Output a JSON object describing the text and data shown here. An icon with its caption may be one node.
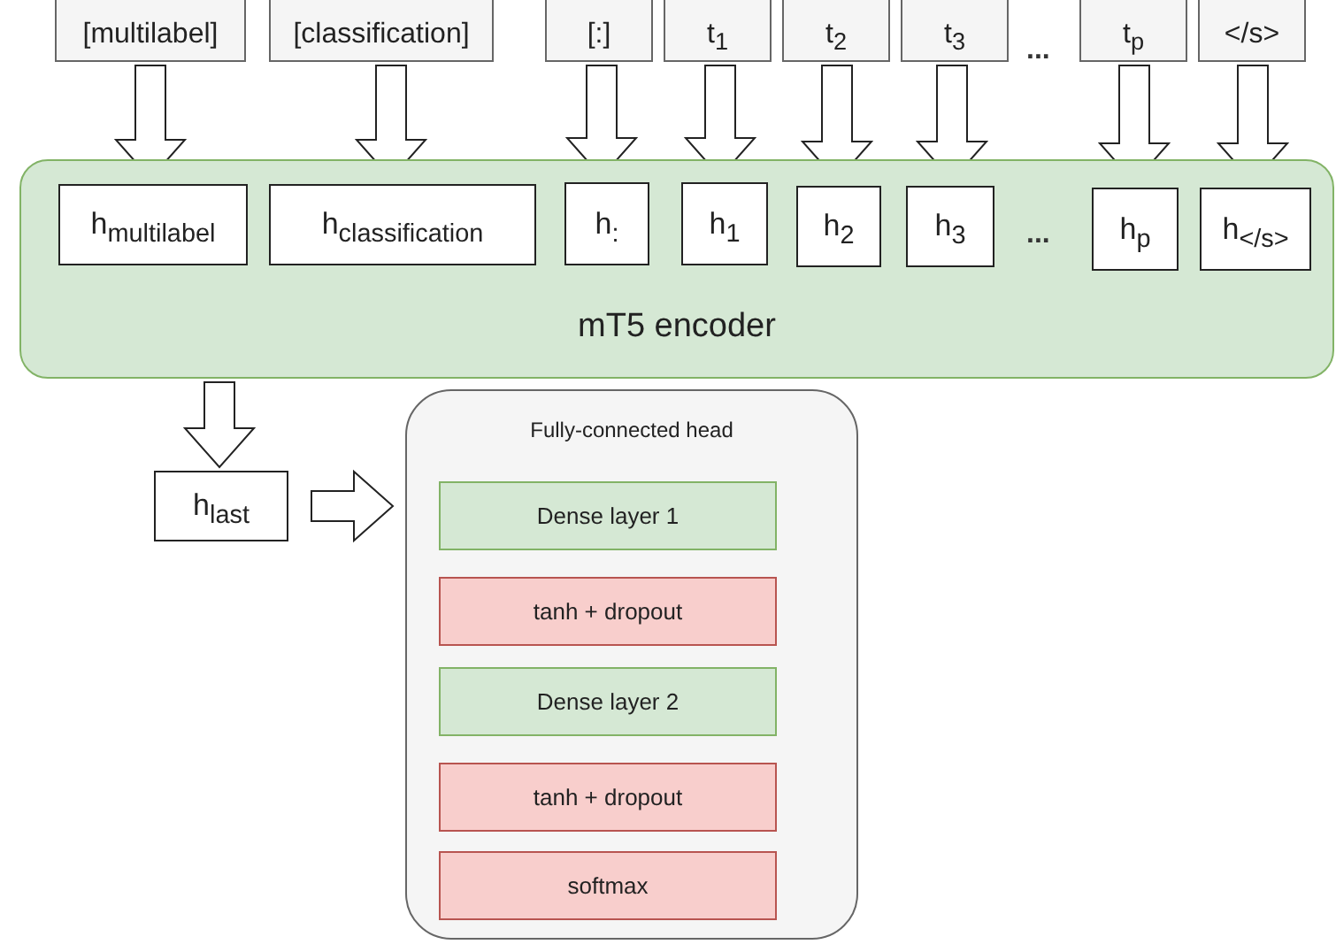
{
  "diagram": {
    "nodes": [
      {
        "text": [
          "[multilabel]"
        ]
      },
      {
        "text": [
          "[classification]"
        ]
      },
      {
        "text": [
          "[:]"
        ]
      },
      {
        "text": [
          "t$_{1}$"
        ]
      },
      {
        "text": [
          "t$_{2}$"
        ]
      },
      {
        "text": [
          "t$_{3}$"
        ]
      },
      {
        "text": [
          "t$_{p}$"
        ]
      },
      {
        "text": [
          "</s>"
        ]
      },
      {
        "text": [
          "mT5 encoder"
        ]
      },
      {
        "text": [
          "h$_{multilabel}$"
        ],
        "in": 8
      },
      {
        "text": [
          "h$_{classification}$"
        ],
        "in": 8
      },
      {
        "text": [
          "h$_{:}$"
        ],
        "in": 8
      },
      {
        "text": [
          "h$_{1}$"
        ],
        "in": 8
      },
      {
        "text": [
          "h$_{2}$"
        ],
        "in": 8
      },
      {
        "text": [
          "h$_{3}$"
        ],
        "in": 8
      },
      {
        "text": [
          "h$_{p}$"
        ],
        "in": 8
      },
      {
        "text": [
          "h$_{</s>}$"
        ],
        "in": 8
      },
      {
        "text": [
          "h$_{last}$"
        ]
      },
      {
        "text": [
          "Fully-connected head"
        ]
      },
      {
        "text": [
          "Dense layer 1"
        ],
        "in": 18
      },
      {
        "text": [
          "tanh + dropout"
        ],
        "in": 18
      },
      {
        "text": [
          "Dense layer 2"
        ],
        "in": 18
      },
      {
        "text": [
          "tanh + dropout"
        ],
        "in": 18
      },
      {
        "text": [
          "softmax"
        ],
        "in": 18
      }
    ],
    "edges": [
      {
        "from": 0,
        "to": 9,
        "arrow": "to"
      },
      {
        "from": 1,
        "to": 10,
        "arrow": "to"
      },
      {
        "from": 2,
        "to": 11,
        "arrow": "to"
      },
      {
        "from": 3,
        "to": 12,
        "arrow": "to"
      },
      {
        "from": 4,
        "to": 13,
        "arrow": "to"
      },
      {
        "from": 5,
        "to": 14,
        "arrow": "to"
      },
      {
        "from": 6,
        "to": 15,
        "arrow": "to"
      },
      {
        "from": 7,
        "to": 16,
        "arrow": "to"
      },
      {
        "from": 8,
        "to": 17,
        "arrow": "to"
      },
      {
        "from": 17,
        "to": 18,
        "arrow": "to"
      }
    ],
    "labels": [
      "...",
      "..."
    ]
  }
}
